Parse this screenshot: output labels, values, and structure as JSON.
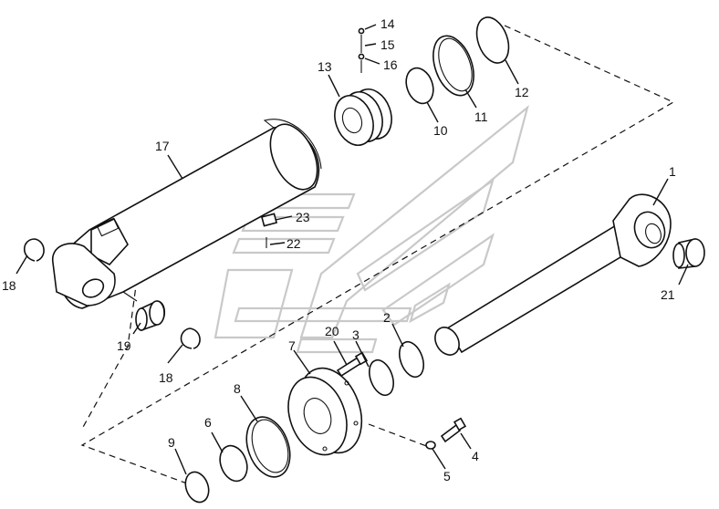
{
  "callouts": [
    "1",
    "2",
    "3",
    "4",
    "5",
    "6",
    "7",
    "8",
    "9",
    "10",
    "11",
    "12",
    "13",
    "14",
    "15",
    "16",
    "17",
    "18",
    "18",
    "19",
    "20",
    "21",
    "22",
    "23"
  ]
}
